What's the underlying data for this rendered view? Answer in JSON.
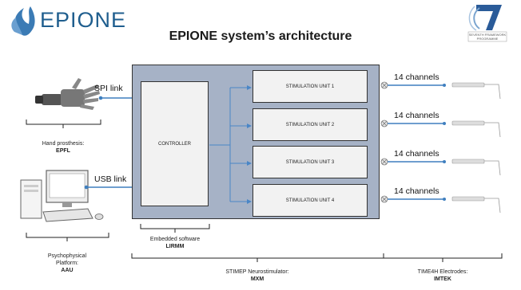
{
  "header": {
    "brand": "EPIONE",
    "title": "EPIONE system’s architecture",
    "fp7_caption": "SEVENTH FRAMEWORK PROGRAMME"
  },
  "diagram": {
    "controller_label": "CONTROLLER",
    "units": [
      {
        "label": "STIMULATION UNIT 1"
      },
      {
        "label": "STIMULATION UNIT 2"
      },
      {
        "label": "STIMULATION UNIT 3"
      },
      {
        "label": "STIMULATION UNIT 4"
      }
    ],
    "channels": [
      "14 channels",
      "14 channels",
      "14 channels",
      "14 channels"
    ],
    "spi_link": "SPI link",
    "usb_link": "USB link"
  },
  "captions": {
    "prosthesis_line1": "Hand prosthesis:",
    "prosthesis_line2": "EPFL",
    "psycho_line1": "Psychophysical",
    "psycho_line2": "Platform:",
    "psycho_line3": "AAU",
    "embedded_line1": "Embedded software",
    "embedded_line2": "LIRMM",
    "stimep_line1": "STIMEP Neurostimulator:",
    "stimep_line2": "MXM",
    "time4h_line1": "TIME4H Electrodes:",
    "time4h_line2": "IMTEK"
  },
  "colors": {
    "brand_blue": "#1f5e8e",
    "box_fill": "#a6b2c6",
    "arrow_blue": "#4a86c6",
    "wire_blue": "#3f7fbf"
  }
}
